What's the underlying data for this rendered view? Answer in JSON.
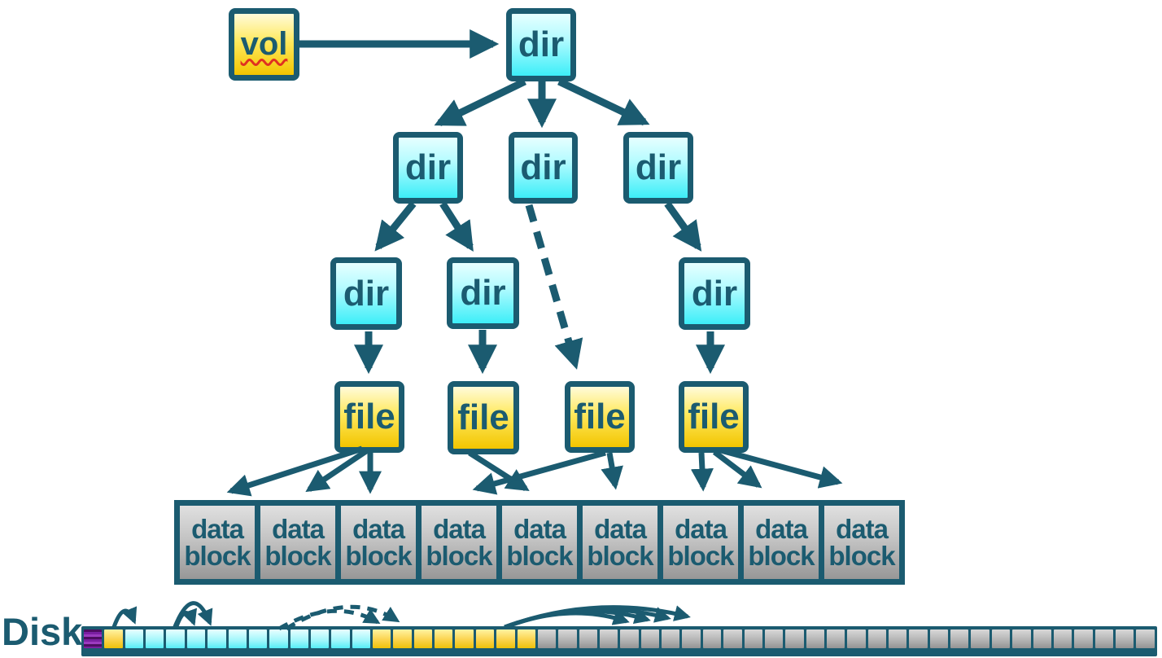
{
  "colors": {
    "teal": "#1b5b70",
    "box_cyan_top": "#e6ffff",
    "box_cyan_bottom": "#3deef8",
    "box_yellow_top": "#fffbda",
    "box_yellow_bottom": "#f2c500",
    "block_gray_top": "#e0e0e0",
    "block_gray_bottom": "#979797",
    "disk_cyan": "#9ff6fb",
    "disk_yellow": "#fbd34d",
    "disk_gray": "#b5b5b5",
    "vol_underline_red": "#e03020"
  },
  "nodes": {
    "vol": {
      "label": "vol"
    },
    "root_dir": {
      "label": "dir"
    },
    "level2_dirs": [
      {
        "label": "dir"
      },
      {
        "label": "dir"
      },
      {
        "label": "dir"
      }
    ],
    "level3_dirs": [
      {
        "label": "dir"
      },
      {
        "label": "dir"
      },
      {
        "label": "dir"
      }
    ],
    "files": [
      {
        "label": "file"
      },
      {
        "label": "file"
      },
      {
        "label": "file"
      },
      {
        "label": "file"
      }
    ]
  },
  "data_block_row": {
    "cells": [
      {
        "line1": "data",
        "line2": "block"
      },
      {
        "line1": "data",
        "line2": "block"
      },
      {
        "line1": "data",
        "line2": "block"
      },
      {
        "line1": "data",
        "line2": "block"
      },
      {
        "line1": "data",
        "line2": "block"
      },
      {
        "line1": "data",
        "line2": "block"
      },
      {
        "line1": "data",
        "line2": "block"
      },
      {
        "line1": "data",
        "line2": "block"
      },
      {
        "line1": "data",
        "line2": "block"
      }
    ]
  },
  "disk": {
    "label": "Disk",
    "cells": [
      "purple",
      "yellow",
      "cyan",
      "cyan",
      "cyan",
      "cyan",
      "cyan",
      "cyan",
      "cyan",
      "cyan",
      "cyan",
      "cyan",
      "cyan",
      "cyan",
      "yellow",
      "yellow",
      "yellow",
      "yellow",
      "yellow",
      "yellow",
      "yellow",
      "yellow",
      "gray",
      "gray",
      "gray",
      "gray",
      "gray",
      "gray",
      "gray",
      "gray",
      "gray",
      "gray",
      "gray",
      "gray",
      "gray",
      "gray",
      "gray",
      "gray",
      "gray",
      "gray",
      "gray",
      "gray",
      "gray",
      "gray",
      "gray",
      "gray",
      "gray",
      "gray",
      "gray",
      "gray",
      "gray",
      "gray"
    ]
  }
}
